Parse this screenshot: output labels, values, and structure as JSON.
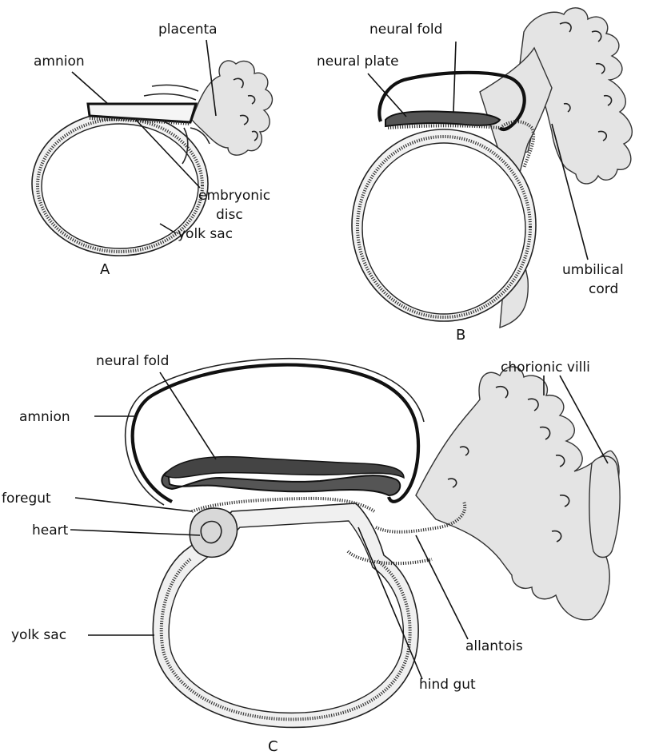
{
  "panels": {
    "a": {
      "letter": "A",
      "labels": {
        "placenta": "placenta",
        "amnion": "amnion",
        "embryonic_disc_1": "embryonic",
        "embryonic_disc_2": "disc",
        "yolk_sac": "yolk sac"
      }
    },
    "b": {
      "letter": "B",
      "labels": {
        "neural_fold": "neural fold",
        "neural_plate": "neural plate",
        "umbilical_cord_1": "umbilical",
        "umbilical_cord_2": "cord"
      }
    },
    "c": {
      "letter": "C",
      "labels": {
        "neural_fold": "neural fold",
        "chorionic_villi": "chorionic villi",
        "amnion": "amnion",
        "foregut": "foregut",
        "heart": "heart",
        "yolk_sac": "yolk sac",
        "allantois": "allantois",
        "hind_gut": "hind gut"
      }
    }
  },
  "colors": {
    "ink": "#111111",
    "stipple": "#e4e4e4",
    "neural": "#555555"
  }
}
